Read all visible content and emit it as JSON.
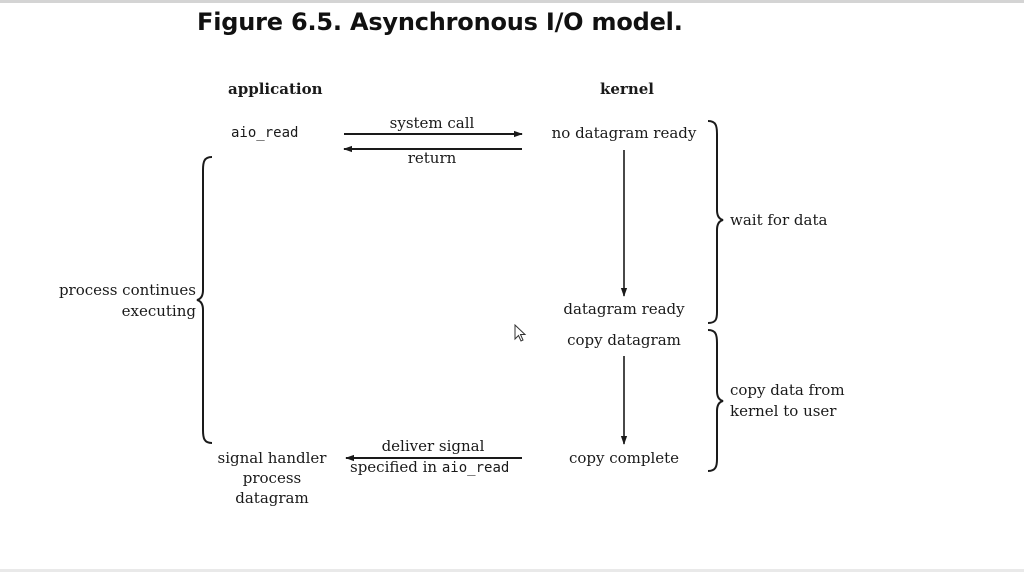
{
  "figure": {
    "title": "Figure 6.5. Asynchronous I/O model.",
    "columns": {
      "application": "application",
      "kernel": "kernel"
    },
    "application": {
      "call": "aio_read",
      "handler_lines": [
        "signal handler",
        "process",
        "datagram"
      ]
    },
    "messages": {
      "system_call": "system call",
      "return": "return",
      "deliver_signal": "deliver signal",
      "specified_in": "specified in",
      "specified_func": "aio_read"
    },
    "kernel": {
      "no_datagram": "no datagram ready",
      "datagram_ready": "datagram ready",
      "copy_datagram": "copy datagram",
      "copy_complete": "copy complete"
    },
    "phases": {
      "wait": "wait for data",
      "copy_lines": [
        "copy data from",
        "kernel to user"
      ]
    },
    "process_lines": [
      "process continues",
      "executing"
    ]
  }
}
